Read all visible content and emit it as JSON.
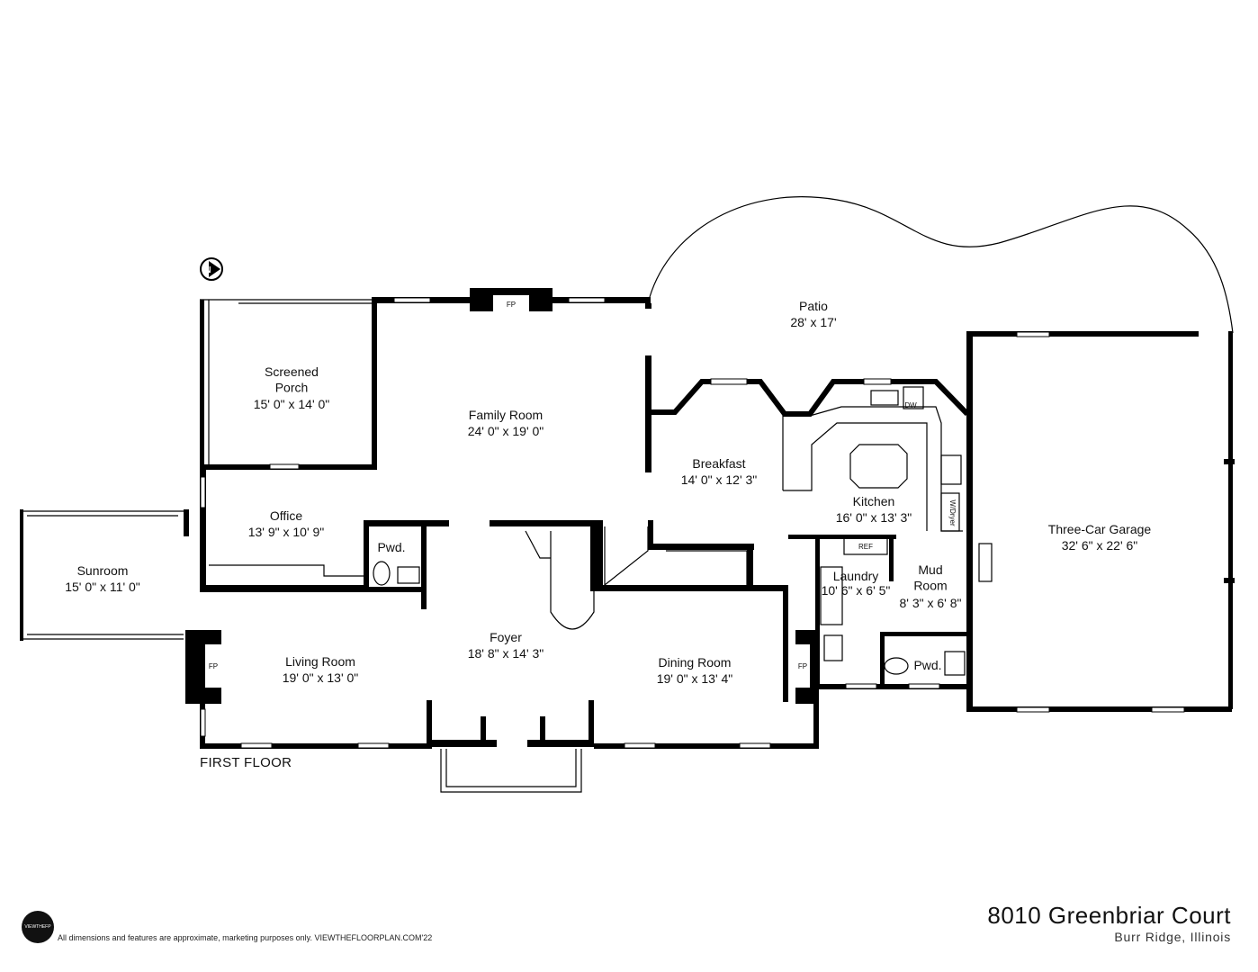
{
  "rooms": [
    {
      "name": "Screened\nPorch",
      "dims": "15' 0\" x 14' 0\""
    },
    {
      "name": "Family Room",
      "dims": "24' 0\" x 19' 0\""
    },
    {
      "name": "Patio",
      "dims": "28' x 17'"
    },
    {
      "name": "Breakfast",
      "dims": "14' 0\" x 12' 3\""
    },
    {
      "name": "Kitchen",
      "dims": "16' 0\" x 13' 3\""
    },
    {
      "name": "Three-Car Garage",
      "dims": "32' 6\" x 22' 6\""
    },
    {
      "name": "Office",
      "dims": "13' 9\" x 10' 9\""
    },
    {
      "name": "Pwd.",
      "dims": ""
    },
    {
      "name": "Sunroom",
      "dims": "15' 0\" x 11' 0\""
    },
    {
      "name": "Laundry",
      "dims": "10' 6\" x 6' 5\""
    },
    {
      "name": "Mud\nRoom",
      "dims": "8' 3\" x 6' 8\""
    },
    {
      "name": "Foyer",
      "dims": "18' 8\" x 14' 3\""
    },
    {
      "name": "Living Room",
      "dims": "19' 0\" x 13' 0\""
    },
    {
      "name": "Dining Room",
      "dims": "19' 0\" x 13' 4\""
    },
    {
      "name": "Pwd.",
      "dims": ""
    }
  ],
  "fixtures": {
    "fp": "FP",
    "ref": "REF",
    "dw": "DW",
    "wd": "W/Dryer"
  },
  "compass": "N",
  "floor_label": "FIRST FLOOR",
  "footer": {
    "logo_text": "VIEWTHEFP",
    "note": "All dimensions and features are approximate, marketing purposes only. VIEWTHEFLOORPLAN.COM'22",
    "address": "8010 Greenbriar Court",
    "city": "Burr Ridge, Illinois"
  }
}
